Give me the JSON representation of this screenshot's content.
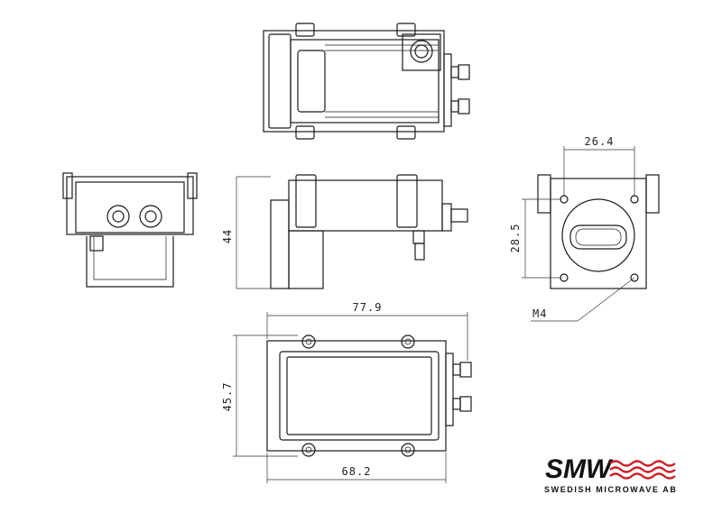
{
  "dimensions": {
    "top_width": "26.4",
    "right_height": "28.5",
    "hole_label": "M4",
    "side_height": "44",
    "bottom_overall_width": "77.9",
    "bottom_height": "45.7",
    "bottom_body_width": "68.2"
  },
  "logo": {
    "mark": "SMW",
    "company": "SWEDISH MICROWAVE AB",
    "wave_color": "#cc1f26",
    "text_color": "#111111"
  },
  "colors": {
    "line": "#1a1a1a",
    "background": "#ffffff"
  }
}
